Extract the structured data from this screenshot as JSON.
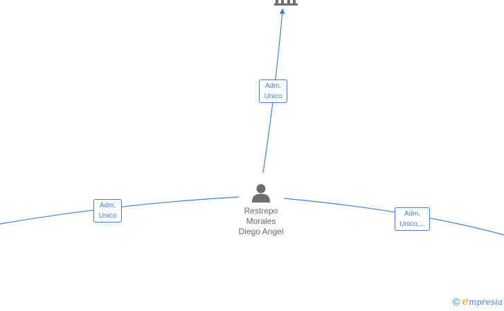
{
  "diagram": {
    "colors": {
      "edge": "#3d7fd6",
      "node_icon": "#6d6d6d",
      "node_text": "#666666"
    },
    "center_person": {
      "name_lines": [
        "Restrepo",
        "Morales",
        "Diego Angel"
      ],
      "icon": "person-icon"
    },
    "top_company": {
      "icon": "building-icon"
    },
    "edges": [
      {
        "label_lines": [
          "Adm.",
          "Unico"
        ]
      },
      {
        "label_lines": [
          "Adm.",
          "Unico"
        ]
      },
      {
        "label_lines": [
          "Adm.",
          "Unico,..."
        ]
      }
    ]
  },
  "watermark": {
    "copyright": "©",
    "brand_initial": "e",
    "brand_rest": "mpresia"
  }
}
